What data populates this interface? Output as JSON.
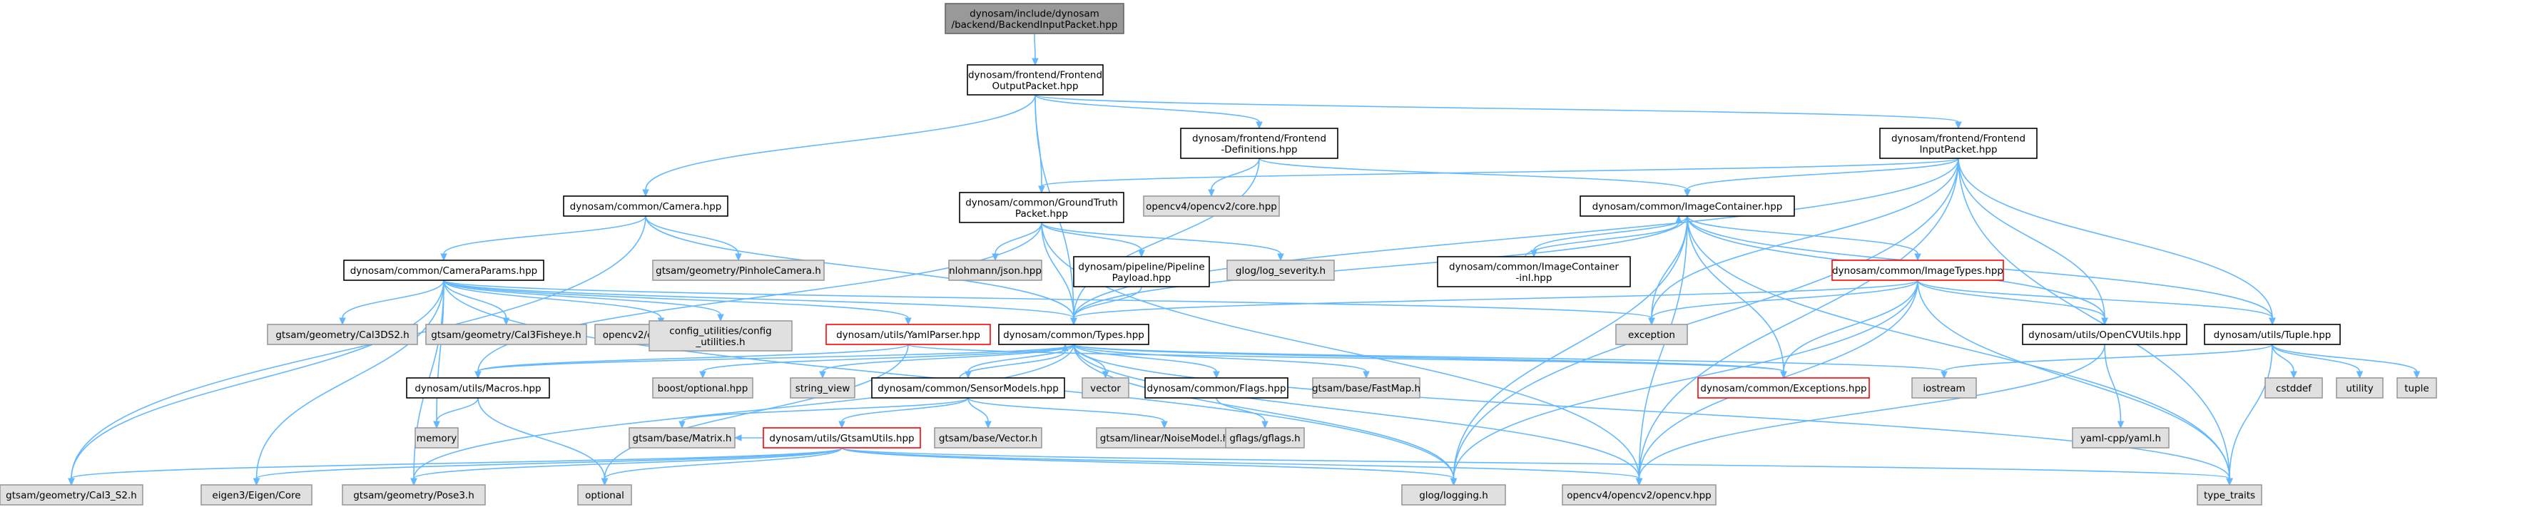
{
  "colors": {
    "edge": "#63b8ff",
    "root_fill": "#999999",
    "internal_fill": "#ffffff",
    "internal_stroke": "#000000",
    "external_fill": "#e0e0e0",
    "external_stroke": "#999999",
    "warn_stroke": "#ff0000",
    "warn_text": "#ff0000"
  },
  "nodes": [
    {
      "id": "root",
      "lines": [
        "dynosam/include/dynosam",
        "/backend/BackendInputPacket.hpp"
      ],
      "kind": "root"
    },
    {
      "id": "fop",
      "lines": [
        "dynosam/frontend/Frontend",
        "OutputPacket.hpp"
      ],
      "kind": "internal"
    },
    {
      "id": "camera",
      "lines": [
        "dynosam/common/Camera.hpp"
      ],
      "kind": "internal"
    },
    {
      "id": "fedef",
      "lines": [
        "dynosam/frontend/Frontend",
        "-Definitions.hpp"
      ],
      "kind": "internal"
    },
    {
      "id": "fip",
      "lines": [
        "dynosam/frontend/Frontend",
        "InputPacket.hpp"
      ],
      "kind": "internal"
    },
    {
      "id": "gt",
      "lines": [
        "dynosam/common/GroundTruth",
        "Packet.hpp"
      ],
      "kind": "internal"
    },
    {
      "id": "opencvcore",
      "lines": [
        "opencv4/opencv2/core.hpp"
      ],
      "kind": "external"
    },
    {
      "id": "imgcont",
      "lines": [
        "dynosam/common/ImageContainer.hpp"
      ],
      "kind": "internal"
    },
    {
      "id": "campar",
      "lines": [
        "dynosam/common/CameraParams.hpp"
      ],
      "kind": "internal"
    },
    {
      "id": "pinhole",
      "lines": [
        "gtsam/geometry/PinholeCamera.h"
      ],
      "kind": "external"
    },
    {
      "id": "json",
      "lines": [
        "nlohmann/json.hpp"
      ],
      "kind": "external"
    },
    {
      "id": "pipe",
      "lines": [
        "dynosam/pipeline/Pipeline",
        "Payload.hpp"
      ],
      "kind": "internal"
    },
    {
      "id": "glogsev",
      "lines": [
        "glog/log_severity.h"
      ],
      "kind": "external"
    },
    {
      "id": "imgcontinl",
      "lines": [
        "dynosam/common/ImageContainer",
        "-inl.hpp"
      ],
      "kind": "internal"
    },
    {
      "id": "imgtypes",
      "lines": [
        "dynosam/common/ImageTypes.hpp"
      ],
      "kind": "warn"
    },
    {
      "id": "cal3ds2",
      "lines": [
        "gtsam/geometry/Cal3DS2.h"
      ],
      "kind": "external"
    },
    {
      "id": "cal3fish",
      "lines": [
        "gtsam/geometry/Cal3Fisheye.h"
      ],
      "kind": "external"
    },
    {
      "id": "cveigen",
      "lines": [
        "opencv2/core/eigen.hpp"
      ],
      "kind": "external"
    },
    {
      "id": "configutil",
      "lines": [
        "config_utilities/config",
        "_utilities.h"
      ],
      "kind": "external"
    },
    {
      "id": "yamlparser",
      "lines": [
        "dynosam/utils/YamlParser.hpp"
      ],
      "kind": "warn"
    },
    {
      "id": "types",
      "lines": [
        "dynosam/common/Types.hpp"
      ],
      "kind": "internal"
    },
    {
      "id": "exception",
      "lines": [
        "exception"
      ],
      "kind": "external"
    },
    {
      "id": "ocvutils",
      "lines": [
        "dynosam/utils/OpenCVUtils.hpp"
      ],
      "kind": "internal"
    },
    {
      "id": "tuple",
      "lines": [
        "dynosam/utils/Tuple.hpp"
      ],
      "kind": "internal"
    },
    {
      "id": "macros",
      "lines": [
        "dynosam/utils/Macros.hpp"
      ],
      "kind": "internal"
    },
    {
      "id": "boostopt",
      "lines": [
        "boost/optional.hpp"
      ],
      "kind": "external"
    },
    {
      "id": "stringview",
      "lines": [
        "string_view"
      ],
      "kind": "external"
    },
    {
      "id": "sensor",
      "lines": [
        "dynosam/common/SensorModels.hpp"
      ],
      "kind": "internal"
    },
    {
      "id": "vector",
      "lines": [
        "vector"
      ],
      "kind": "external"
    },
    {
      "id": "flags",
      "lines": [
        "dynosam/common/Flags.hpp"
      ],
      "kind": "internal"
    },
    {
      "id": "fastmap",
      "lines": [
        "gtsam/base/FastMap.h"
      ],
      "kind": "external"
    },
    {
      "id": "exceptions",
      "lines": [
        "dynosam/common/Exceptions.hpp"
      ],
      "kind": "warn"
    },
    {
      "id": "iostream",
      "lines": [
        "iostream"
      ],
      "kind": "external"
    },
    {
      "id": "yamlcpp",
      "lines": [
        "yaml-cpp/yaml.h"
      ],
      "kind": "external"
    },
    {
      "id": "cstddef",
      "lines": [
        "cstddef"
      ],
      "kind": "external"
    },
    {
      "id": "utility",
      "lines": [
        "utility"
      ],
      "kind": "external"
    },
    {
      "id": "tuplestd",
      "lines": [
        "tuple"
      ],
      "kind": "external"
    },
    {
      "id": "memory",
      "lines": [
        "memory"
      ],
      "kind": "external"
    },
    {
      "id": "gmatrix",
      "lines": [
        "gtsam/base/Matrix.h"
      ],
      "kind": "external"
    },
    {
      "id": "gtsamutils",
      "lines": [
        "dynosam/utils/GtsamUtils.hpp"
      ],
      "kind": "warn"
    },
    {
      "id": "gvector",
      "lines": [
        "gtsam/base/Vector.h"
      ],
      "kind": "external"
    },
    {
      "id": "noisemodel",
      "lines": [
        "gtsam/linear/NoiseModel.h"
      ],
      "kind": "external"
    },
    {
      "id": "gflags",
      "lines": [
        "gflags/gflags.h"
      ],
      "kind": "external"
    },
    {
      "id": "cal3s2",
      "lines": [
        "gtsam/geometry/Cal3_S2.h"
      ],
      "kind": "external"
    },
    {
      "id": "eigen",
      "lines": [
        "eigen3/Eigen/Core"
      ],
      "kind": "external"
    },
    {
      "id": "pose3",
      "lines": [
        "gtsam/geometry/Pose3.h"
      ],
      "kind": "external"
    },
    {
      "id": "optional",
      "lines": [
        "optional"
      ],
      "kind": "external"
    },
    {
      "id": "glog",
      "lines": [
        "glog/logging.h"
      ],
      "kind": "external"
    },
    {
      "id": "opencvhpp",
      "lines": [
        "opencv4/opencv2/opencv.hpp"
      ],
      "kind": "external"
    },
    {
      "id": "typetraits",
      "lines": [
        "type_traits"
      ],
      "kind": "external"
    }
  ],
  "edges": [
    [
      "root",
      "fop"
    ],
    [
      "fop",
      "camera"
    ],
    [
      "fop",
      "fedef"
    ],
    [
      "fop",
      "fip"
    ],
    [
      "fop",
      "gt"
    ],
    [
      "fop",
      "types"
    ],
    [
      "camera",
      "campar"
    ],
    [
      "camera",
      "pinhole"
    ],
    [
      "camera",
      "types"
    ],
    [
      "camera",
      "cal3s2"
    ],
    [
      "fedef",
      "opencvcore"
    ],
    [
      "fedef",
      "imgcont"
    ],
    [
      "fedef",
      "types"
    ],
    [
      "fip",
      "gt"
    ],
    [
      "fip",
      "imgcont"
    ],
    [
      "fip",
      "types"
    ],
    [
      "fip",
      "exception"
    ],
    [
      "fip",
      "ocvutils"
    ],
    [
      "fip",
      "tuple"
    ],
    [
      "fip",
      "glog"
    ],
    [
      "fip",
      "opencvhpp"
    ],
    [
      "fip",
      "typetraits"
    ],
    [
      "gt",
      "json"
    ],
    [
      "gt",
      "pipe"
    ],
    [
      "gt",
      "glogsev"
    ],
    [
      "gt",
      "types"
    ],
    [
      "gt",
      "opencvhpp"
    ],
    [
      "gt",
      "macros"
    ],
    [
      "imgcont",
      "imgcontinl"
    ],
    [
      "imgcont",
      "imgtypes"
    ],
    [
      "imgcont",
      "types"
    ],
    [
      "imgcont",
      "exception"
    ],
    [
      "imgcont",
      "exceptions"
    ],
    [
      "imgcont",
      "ocvutils"
    ],
    [
      "imgcont",
      "tuple"
    ],
    [
      "imgcont",
      "glog"
    ],
    [
      "imgcont",
      "opencvhpp"
    ],
    [
      "imgcont",
      "typetraits"
    ],
    [
      "imgcontinl",
      "imgcont"
    ],
    [
      "campar",
      "cal3ds2"
    ],
    [
      "campar",
      "cal3fish"
    ],
    [
      "campar",
      "cveigen"
    ],
    [
      "campar",
      "configutil"
    ],
    [
      "campar",
      "yamlparser"
    ],
    [
      "campar",
      "types"
    ],
    [
      "campar",
      "exception"
    ],
    [
      "campar",
      "cal3s2"
    ],
    [
      "campar",
      "eigen"
    ],
    [
      "campar",
      "pose3"
    ],
    [
      "campar",
      "memory"
    ],
    [
      "campar",
      "glog"
    ],
    [
      "pipe",
      "types"
    ],
    [
      "imgtypes",
      "types"
    ],
    [
      "imgtypes",
      "exception"
    ],
    [
      "imgtypes",
      "exceptions"
    ],
    [
      "imgtypes",
      "ocvutils"
    ],
    [
      "imgtypes",
      "tuple"
    ],
    [
      "imgtypes",
      "glog"
    ],
    [
      "imgtypes",
      "opencvhpp"
    ],
    [
      "imgtypes",
      "typetraits"
    ],
    [
      "yamlparser",
      "macros"
    ],
    [
      "yamlparser",
      "exceptions"
    ],
    [
      "yamlparser",
      "optional"
    ],
    [
      "types",
      "macros"
    ],
    [
      "types",
      "boostopt"
    ],
    [
      "types",
      "stringview"
    ],
    [
      "types",
      "sensor"
    ],
    [
      "types",
      "vector"
    ],
    [
      "types",
      "flags"
    ],
    [
      "types",
      "fastmap"
    ],
    [
      "types",
      "exceptions"
    ],
    [
      "types",
      "iostream"
    ],
    [
      "types",
      "pose3"
    ],
    [
      "types",
      "glog"
    ],
    [
      "types",
      "opencvhpp"
    ],
    [
      "types",
      "typetraits"
    ],
    [
      "ocvutils",
      "yamlcpp"
    ],
    [
      "ocvutils",
      "opencvhpp"
    ],
    [
      "tuple",
      "iostream"
    ],
    [
      "tuple",
      "cstddef"
    ],
    [
      "tuple",
      "utility"
    ],
    [
      "tuple",
      "tuplestd"
    ],
    [
      "tuple",
      "typetraits"
    ],
    [
      "macros",
      "memory"
    ],
    [
      "macros",
      "optional"
    ],
    [
      "sensor",
      "types"
    ],
    [
      "sensor",
      "gmatrix"
    ],
    [
      "sensor",
      "gtsamutils"
    ],
    [
      "sensor",
      "gvector"
    ],
    [
      "sensor",
      "noisemodel"
    ],
    [
      "flags",
      "gflags"
    ],
    [
      "gtsamutils",
      "cal3s2"
    ],
    [
      "gtsamutils",
      "eigen"
    ],
    [
      "gtsamutils",
      "pose3"
    ],
    [
      "gtsamutils",
      "optional"
    ],
    [
      "gtsamutils",
      "glog"
    ],
    [
      "gtsamutils",
      "opencvhpp"
    ],
    [
      "gtsamutils",
      "typetraits"
    ],
    [
      "gtsamutils",
      "gmatrix"
    ]
  ]
}
